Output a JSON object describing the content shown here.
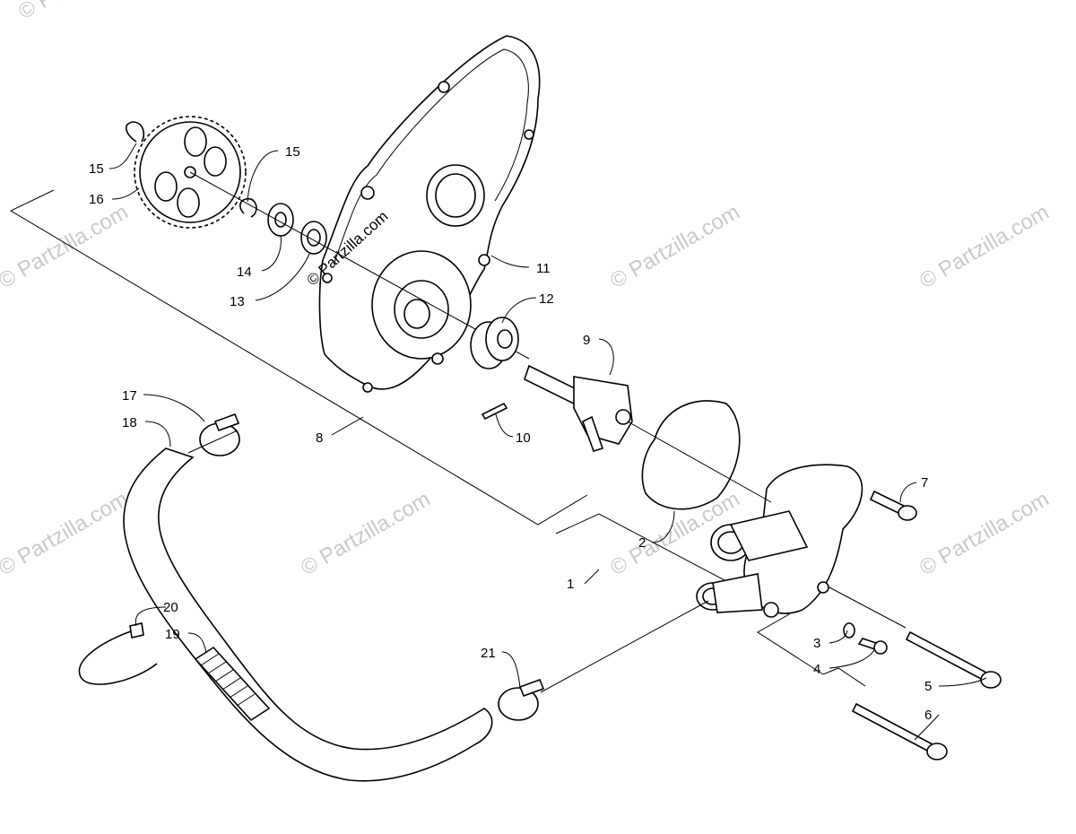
{
  "watermarks": {
    "brand": "© Partzilla.com",
    "instances": [
      "© Partzilla.com",
      "© Partzilla.com",
      "© Partzilla.com",
      "© Partzilla.com",
      "© Partzilla.com",
      "© Partzilla.com",
      "© Partzilla.com",
      "© Partzilla.com"
    ],
    "center": "© Partzilla.com"
  },
  "callouts": {
    "c1": "1",
    "c2": "2",
    "c3": "3",
    "c4": "4",
    "c5": "5",
    "c6": "6",
    "c7": "7",
    "c8": "8",
    "c9": "9",
    "c10": "10",
    "c11": "11",
    "c12": "12",
    "c13": "13",
    "c14": "14",
    "c15a": "15",
    "c15b": "15",
    "c16": "16",
    "c17": "17",
    "c18": "18",
    "c19": "19",
    "c20": "20",
    "c21": "21"
  },
  "colors": {
    "line": "#000000",
    "watermark": "#c8c8c8",
    "background": "#ffffff"
  }
}
